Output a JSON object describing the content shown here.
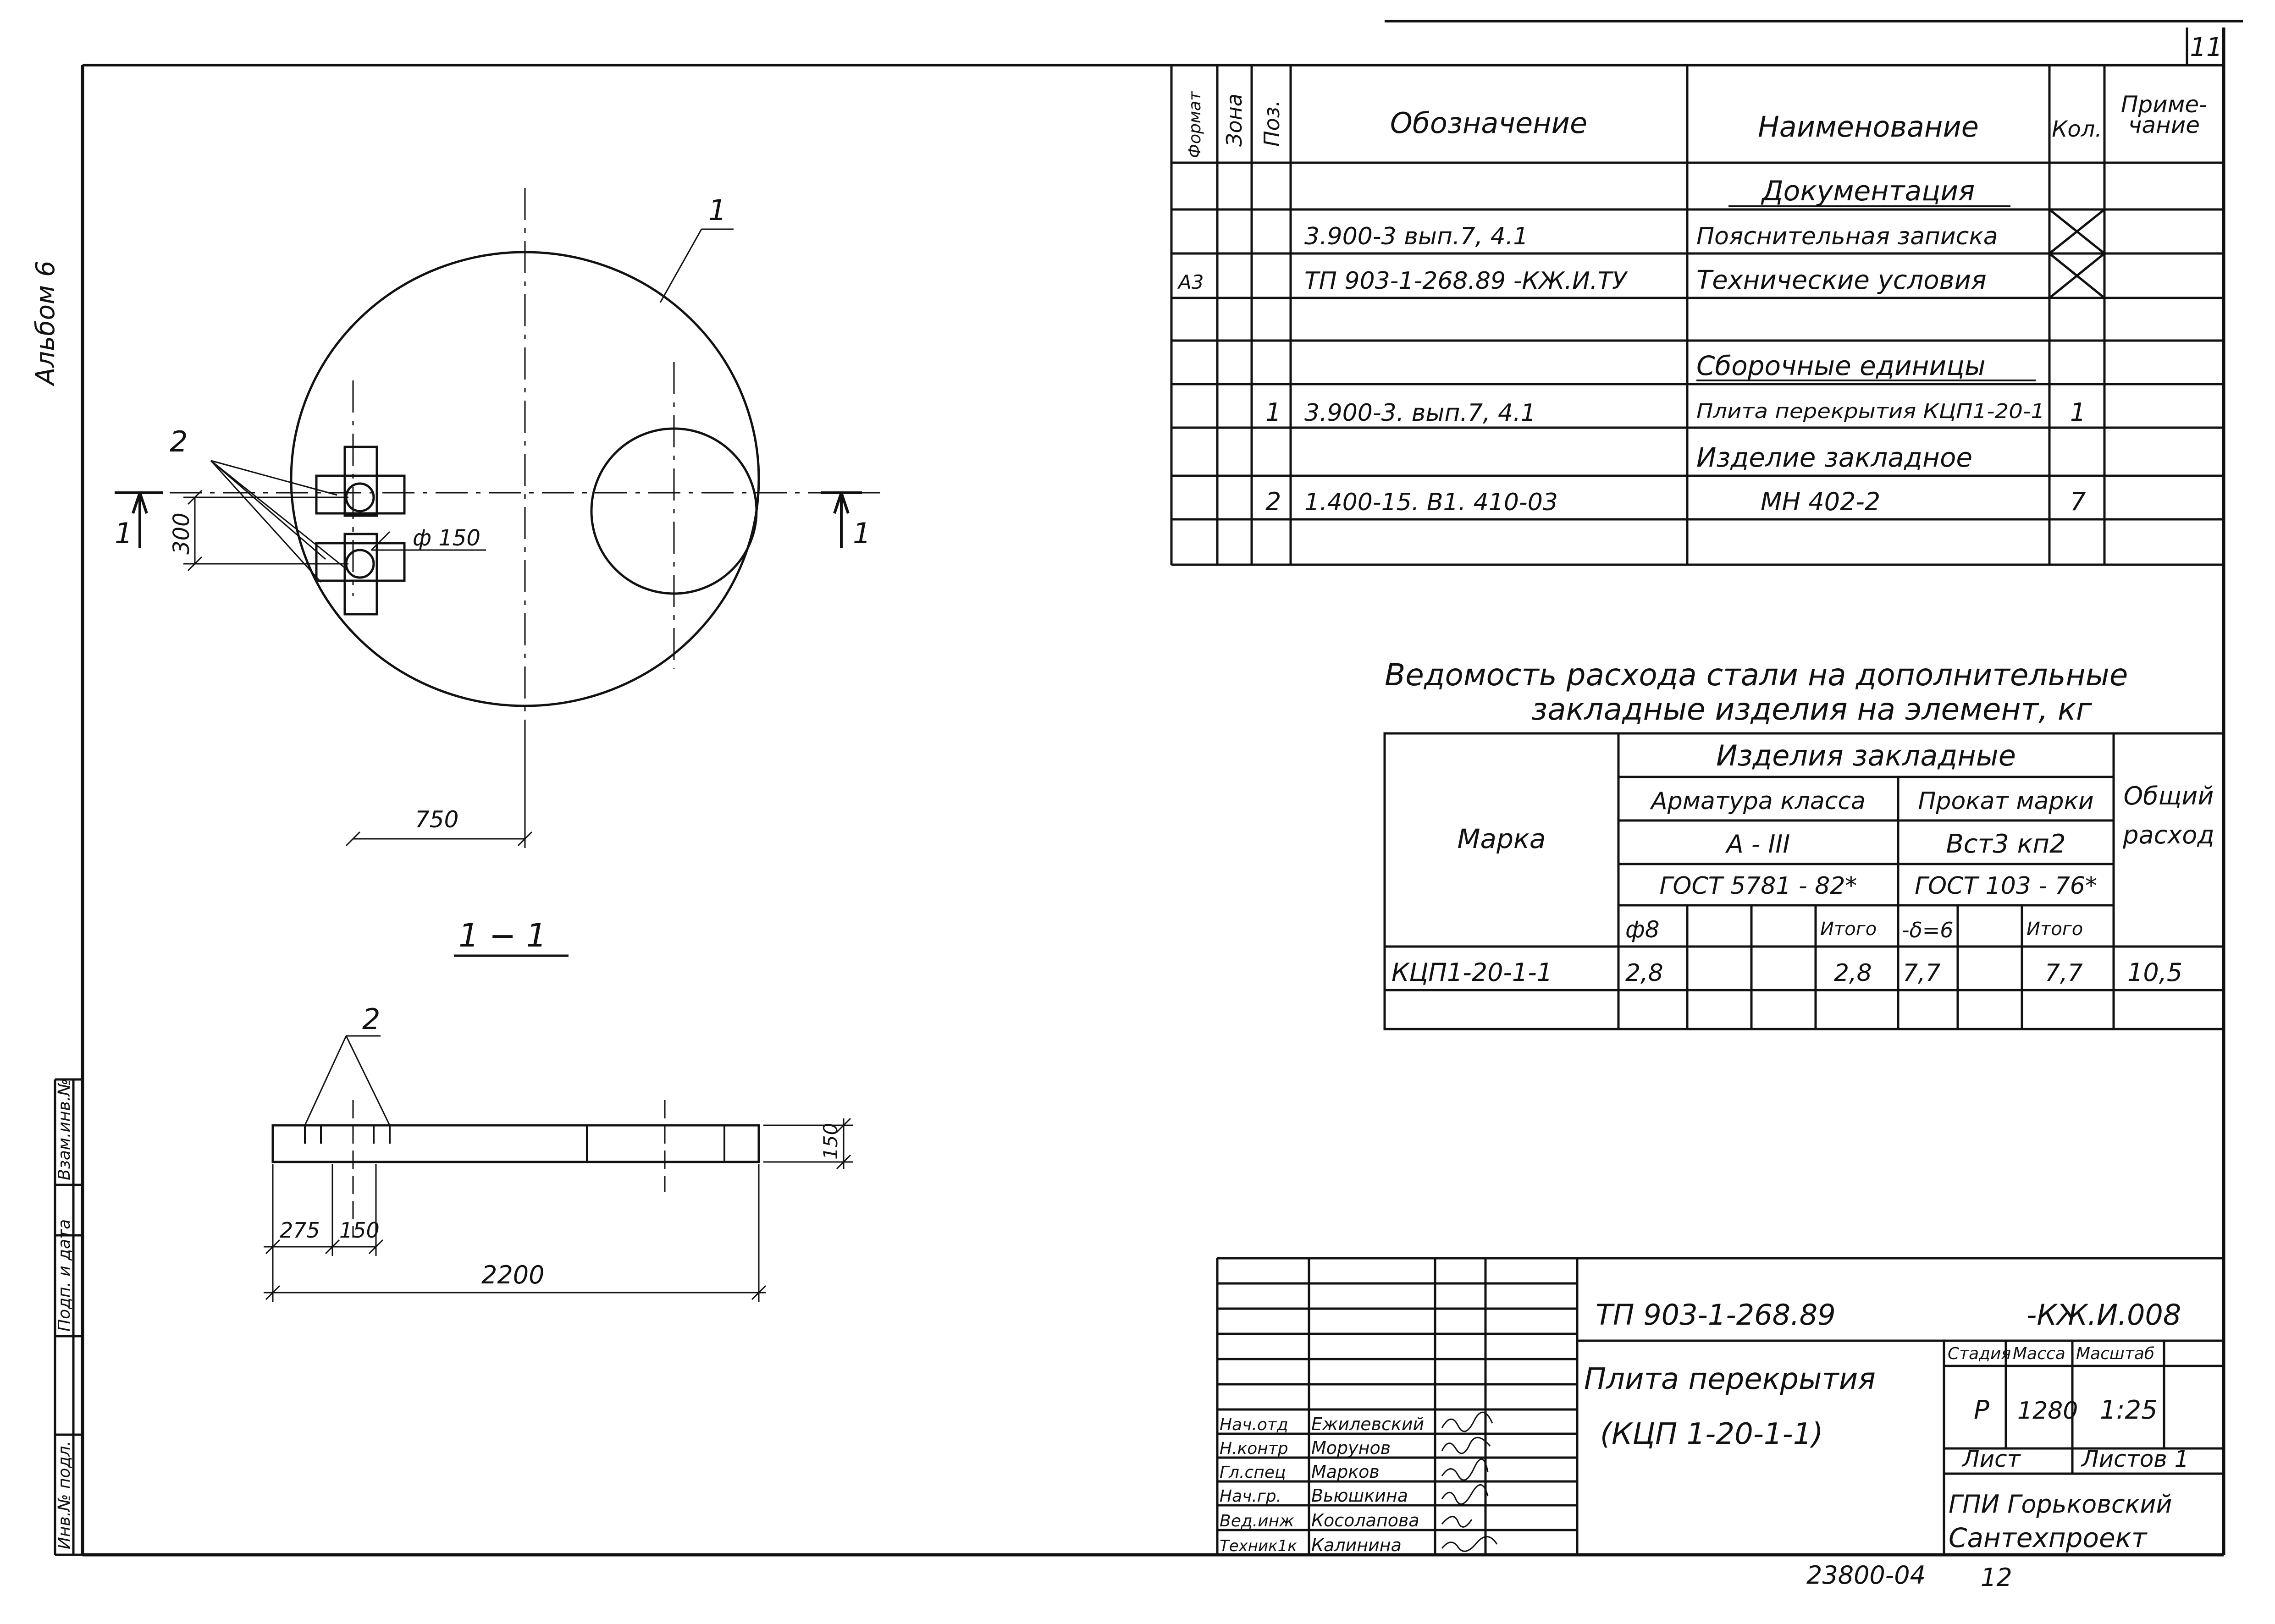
{
  "sheet": {
    "page_number": "11",
    "album": "Альбом 6",
    "archive_code": "23800-04",
    "archive_num": "12"
  },
  "side_stamp": {
    "cells": [
      "Инв.№ подл.",
      "Подп. и дата",
      "Взам.инв.№"
    ]
  },
  "plan": {
    "pos_plate": "1",
    "pos_embed": "2",
    "section_left": "1",
    "section_right": "1",
    "dim_300": "300",
    "dim_d150": "ф 150",
    "dim_750": "750"
  },
  "section": {
    "title": "1 − 1",
    "pos_embed": "2",
    "dim_275": "275",
    "dim_150": "150",
    "dim_2200": "2200",
    "dim_150_height": "150"
  },
  "spec_table": {
    "headers": {
      "format": "Формат",
      "zone": "Зона",
      "pos": "Поз.",
      "designation": "Обозначение",
      "name": "Наименование",
      "qty": "Кол.",
      "note_line1": "Приме-",
      "note_line2": "чание"
    },
    "rows": [
      {
        "format": "",
        "pos": "",
        "designation": "",
        "name": "Документация",
        "qty": ""
      },
      {
        "format": "",
        "pos": "",
        "designation": "3.900-3  вып.7, 4.1",
        "name": "Пояснительная записка",
        "qty": ""
      },
      {
        "format": "А3",
        "pos": "",
        "designation": "ТП 903-1-268.89  -КЖ.И.ТУ",
        "name": "Технические условия",
        "qty": ""
      },
      {
        "format": "",
        "pos": "",
        "designation": "",
        "name": "",
        "qty": ""
      },
      {
        "format": "",
        "pos": "",
        "designation": "",
        "name": "Сборочные единицы",
        "qty": ""
      },
      {
        "format": "",
        "pos": "1",
        "designation": "3.900-3.  вып.7, 4.1",
        "name": "Плита перекрытия КЦП1-20-1",
        "qty": "1"
      },
      {
        "format": "",
        "pos": "",
        "designation": "",
        "name": "Изделие закладное",
        "qty": ""
      },
      {
        "format": "",
        "pos": "2",
        "designation": "1.400-15. В1. 410-03",
        "name": "МН 402-2",
        "qty": "7"
      },
      {
        "format": "",
        "pos": "",
        "designation": "",
        "name": "",
        "qty": ""
      }
    ]
  },
  "steel_table": {
    "title_line1": "Ведомость расхода стали на дополнительные",
    "title_line2": "закладные изделия на элемент, кг",
    "mark_header": "Марка",
    "group_header": "Изделия  закладные",
    "total_header_line1": "Общий",
    "total_header_line2": "расход",
    "armatura_header": "Арматура класса",
    "armatura_class": "А - III",
    "armatura_gost": "ГОСТ 5781 - 82*",
    "prokat_header": "Прокат марки",
    "prokat_grade": "Вст3 кп2",
    "prokat_gost": "ГОСТ 103 - 76*",
    "sub_d8": "ф8",
    "sub_itogo_a": "Итого",
    "sub_delta": "-δ=6",
    "sub_itogo_p": "Итого",
    "rows": [
      {
        "mark": "КЦП1-20-1-1",
        "d8": "2,8",
        "a2": "",
        "a3": "",
        "itogo_a": "2,8",
        "delta": "7,7",
        "p2": "",
        "itogo_p": "7,7",
        "total": "10,5"
      }
    ]
  },
  "title_block": {
    "designation": "ТП 903-1-268.89",
    "designation_suffix": "-КЖ.И.008",
    "name_line1": "Плита  перекрытия",
    "name_line2": "(КЦП 1-20-1-1)",
    "stage_header": "Стадия",
    "mass_header": "Масса",
    "scale_header": "Масштаб",
    "stage": "Р",
    "mass": "1280",
    "scale": "1:25",
    "sheet_label": "Лист",
    "sheets_label": "Листов 1",
    "org_line1": "ГПИ Горьковский",
    "org_line2": "Сантехпроект",
    "signers": [
      {
        "role": "Нач.отд",
        "name": "Ежилевский"
      },
      {
        "role": "Н.контр",
        "name": "Морунов"
      },
      {
        "role": "Гл.спец",
        "name": "Марков"
      },
      {
        "role": "Нач.гр.",
        "name": "Вьюшкина"
      },
      {
        "role": "Вед.инж",
        "name": "Косолапова"
      },
      {
        "role": "Техник1к",
        "name": "Калинина"
      }
    ]
  }
}
